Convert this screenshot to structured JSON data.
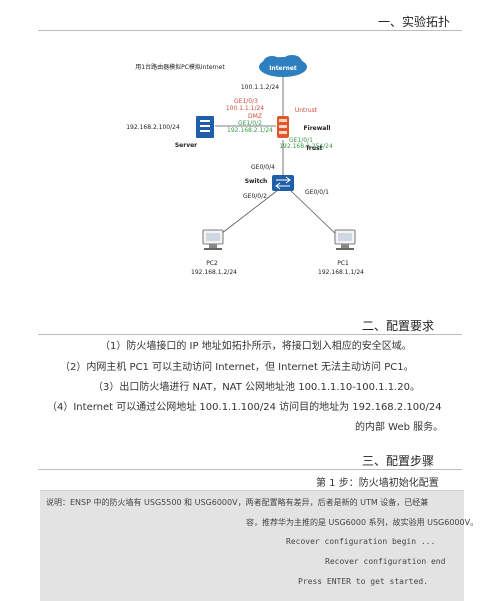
{
  "section1": {
    "title": "一、实验拓扑"
  },
  "diagram": {
    "cloud_label": "Internet",
    "cloud_caption": "用1台路由器模拟PC模拟Internet",
    "cloud_ip": "100.1.1.2/24",
    "firewall_name": "Firewall",
    "firewall_untrust": "Untrust",
    "firewall_dmz": "DMZ",
    "firewall_trust": "Trust",
    "fw_ge_untrust": "GE1/0/3",
    "fw_ip_untrust": "100.1.1.1/24",
    "fw_ge_dmz": "GE1/0/2",
    "fw_ip_dmz": "192.168.2.1/24",
    "fw_ge_trust": "GE1/0/1",
    "fw_ip_trust": "192.168.1.254/24",
    "server_name": "Server",
    "server_ip": "192.168.2.100/24",
    "switch_name": "Switch",
    "sw_port_up": "GE0/0/4",
    "sw_port_left": "GE0/0/2",
    "sw_port_right": "GE0/0/1",
    "pc2_name": "PC2",
    "pc2_ip": "192.168.1.2/24",
    "pc1_name": "PC1",
    "pc1_ip": "192.168.1.1/24"
  },
  "section2": {
    "title": "二、配置要求",
    "items": [
      "（1）防火墙接口的 IP 地址如拓扑所示，将接口划入相应的安全区域。",
      "（2）内网主机 PC1 可以主动访问 Internet，但 Internet 无法主动访问 PC1。",
      "（3）出口防火墙进行 NAT，NAT 公网地址池 100.1.1.10-100.1.1.20。",
      "（4）Internet 可以通过公网地址 100.1.1.100/24 访问目的地址为 192.168.2.100/24",
      "的内部 Web 服务。"
    ]
  },
  "section3": {
    "title": "三、配置步骤",
    "step1": "第 1 步：防火墙初始化配置",
    "box_lines": [
      "说明：ENSP 中的防火墙有 USG5500 和 USG6000V，两者配置略有差异，后者是新的 UTM 设备，已经兼",
      "容，推荐华为主推的是 USG6000 系列，故实验用 USG6000V。",
      "Recover configuration begin ...",
      "Recover configuration end",
      "Press ENTER to get started."
    ]
  }
}
